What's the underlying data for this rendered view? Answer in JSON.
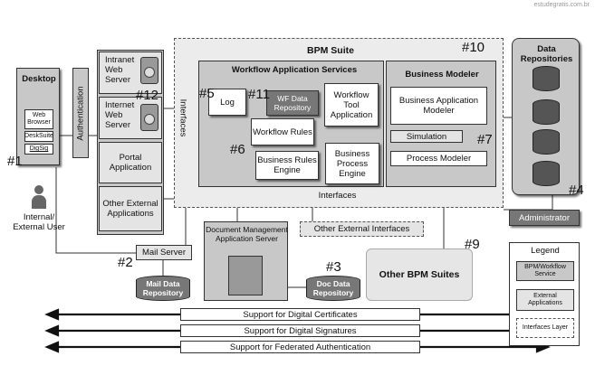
{
  "watermark": "estudegratis.com.br",
  "desktop": {
    "title": "Desktop",
    "web_browser": "Web Browser",
    "desksuite": "DeskSuite",
    "digsig": "DigSig"
  },
  "user_label": "Internal/ External User",
  "authentication": "Authentication",
  "left_column": {
    "intranet": "Intranet Web Server",
    "internet": "Internet Web Server",
    "portal": "Portal Application",
    "other": "Other External Applications"
  },
  "interfaces_vertical": "Interfaces",
  "bpm_suite": {
    "title": "BPM Suite",
    "interfaces": "Interfaces",
    "workflow_services": {
      "title": "Workflow Application Services",
      "log": "Log",
      "wf_data_repository": "WF Data Repository",
      "workflow_tool_application": "Workflow Tool Application",
      "workflow_rules": "Workflow Rules",
      "business_rules_engine": "Business Rules Engine",
      "business_process_engine": "Business Process Engine"
    },
    "business_modeler": {
      "title": "Business Modeler",
      "business_application_modeler": "Business Application Modeler",
      "simulation": "Simulation",
      "process_modeler": "Process Modeler"
    }
  },
  "data_repositories": "Data Repositories",
  "administrator": "Administrator",
  "mail_server": "Mail Server",
  "mail_data_repository": "Mail Data Repository",
  "doc_mgmt_server": "Document Management Application Server",
  "doc_data_repository": "Doc Data Repository",
  "other_external_interfaces": "Other External Interfaces",
  "other_bpm_suites": "Other BPM Suites",
  "legend": {
    "title": "Legend",
    "items": [
      "BPM/Workflow Service",
      "External Applications",
      "Interfaces Layer"
    ]
  },
  "support_bars": [
    "Support for Digital Certificates",
    "Support for Digital Signatures",
    "Support for Federated Authentication"
  ],
  "markers": {
    "m1": "#1",
    "m2": "#2",
    "m3": "#3",
    "m4": "#4",
    "m5": "#5",
    "m6": "#6",
    "m7": "#7",
    "m9": "#9",
    "m10": "#10",
    "m11": "#11",
    "m12": "#12"
  }
}
